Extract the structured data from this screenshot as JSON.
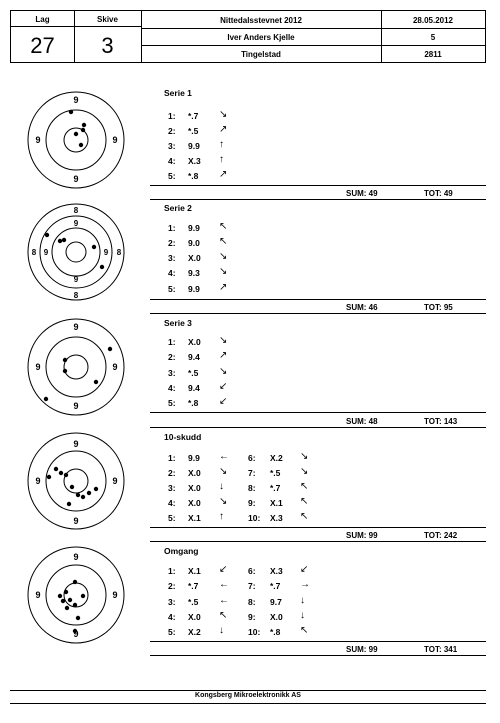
{
  "header": {
    "lag_label": "Lag",
    "lag_value": "27",
    "skive_label": "Skive",
    "skive_value": "3",
    "event": "Nittedalsstevnet 2012",
    "date": "28.05.2012",
    "shooter": "Iver Anders Kjelle",
    "klasse": "5",
    "club": "Tingelstad",
    "id": "2811"
  },
  "series": [
    {
      "title": "Serie 1",
      "target_labels": [
        "9",
        "9",
        "9",
        "9"
      ],
      "shots": [
        {
          "n": "1:",
          "v": "*.7",
          "a": "↘"
        },
        {
          "n": "2:",
          "v": "*.5",
          "a": "↗"
        },
        {
          "n": "3:",
          "v": "9.9",
          "a": "↑"
        },
        {
          "n": "4:",
          "v": "X.3",
          "a": "↑"
        },
        {
          "n": "5:",
          "v": "*.8",
          "a": "↗"
        }
      ],
      "sum": "SUM: 49",
      "tot": "TOT: 49"
    },
    {
      "title": "Serie 2",
      "target_labels": [
        "8",
        "9",
        "8",
        "9",
        "9",
        "8",
        "9",
        "8"
      ],
      "shots": [
        {
          "n": "1:",
          "v": "9.9",
          "a": "↖"
        },
        {
          "n": "2:",
          "v": "9.0",
          "a": "↖"
        },
        {
          "n": "3:",
          "v": "X.0",
          "a": "↘"
        },
        {
          "n": "4:",
          "v": "9.3",
          "a": "↘"
        },
        {
          "n": "5:",
          "v": "9.9",
          "a": "↗"
        }
      ],
      "sum": "SUM: 46",
      "tot": "TOT: 95"
    },
    {
      "title": "Serie 3",
      "target_labels": [
        "9",
        "9",
        "9",
        "9"
      ],
      "shots": [
        {
          "n": "1:",
          "v": "X.0",
          "a": "↘"
        },
        {
          "n": "2:",
          "v": "9.4",
          "a": "↗"
        },
        {
          "n": "3:",
          "v": "*.5",
          "a": "↘"
        },
        {
          "n": "4:",
          "v": "9.4",
          "a": "↙"
        },
        {
          "n": "5:",
          "v": "*.8",
          "a": "↙"
        }
      ],
      "sum": "SUM: 48",
      "tot": "TOT: 143"
    },
    {
      "title": "10-skudd",
      "target_labels": [
        "9",
        "9",
        "9",
        "9"
      ],
      "shots": [
        {
          "n": "1:",
          "v": "9.9",
          "a": "←"
        },
        {
          "n": "2:",
          "v": "X.0",
          "a": "↘"
        },
        {
          "n": "3:",
          "v": "X.0",
          "a": "↓"
        },
        {
          "n": "4:",
          "v": "X.0",
          "a": "↘"
        },
        {
          "n": "5:",
          "v": "X.1",
          "a": "↑"
        }
      ],
      "shots2": [
        {
          "n": "6:",
          "v": "X.2",
          "a": "↘"
        },
        {
          "n": "7:",
          "v": "*.5",
          "a": "↘"
        },
        {
          "n": "8:",
          "v": "*.7",
          "a": "↖"
        },
        {
          "n": "9:",
          "v": "X.1",
          "a": "↖"
        },
        {
          "n": "10:",
          "v": "X.3",
          "a": "↖"
        }
      ],
      "sum": "SUM: 99",
      "tot": "TOT: 242"
    },
    {
      "title": "Omgang",
      "target_labels": [
        "9",
        "9",
        "9",
        "9"
      ],
      "shots": [
        {
          "n": "1:",
          "v": "X.1",
          "a": "↙"
        },
        {
          "n": "2:",
          "v": "*.7",
          "a": "←"
        },
        {
          "n": "3:",
          "v": "*.5",
          "a": "←"
        },
        {
          "n": "4:",
          "v": "X.0",
          "a": "↖"
        },
        {
          "n": "5:",
          "v": "X.2",
          "a": "↓"
        }
      ],
      "shots2": [
        {
          "n": "6:",
          "v": "X.3",
          "a": "↙"
        },
        {
          "n": "7:",
          "v": "*.7",
          "a": "→"
        },
        {
          "n": "8:",
          "v": "9.7",
          "a": "↓"
        },
        {
          "n": "9:",
          "v": "X.0",
          "a": "↓"
        },
        {
          "n": "10:",
          "v": "*.8",
          "a": "↖"
        }
      ],
      "sum": "SUM: 99",
      "tot": "TOT: 341"
    }
  ],
  "footer": "Kongsberg Mikroelektronikk AS"
}
